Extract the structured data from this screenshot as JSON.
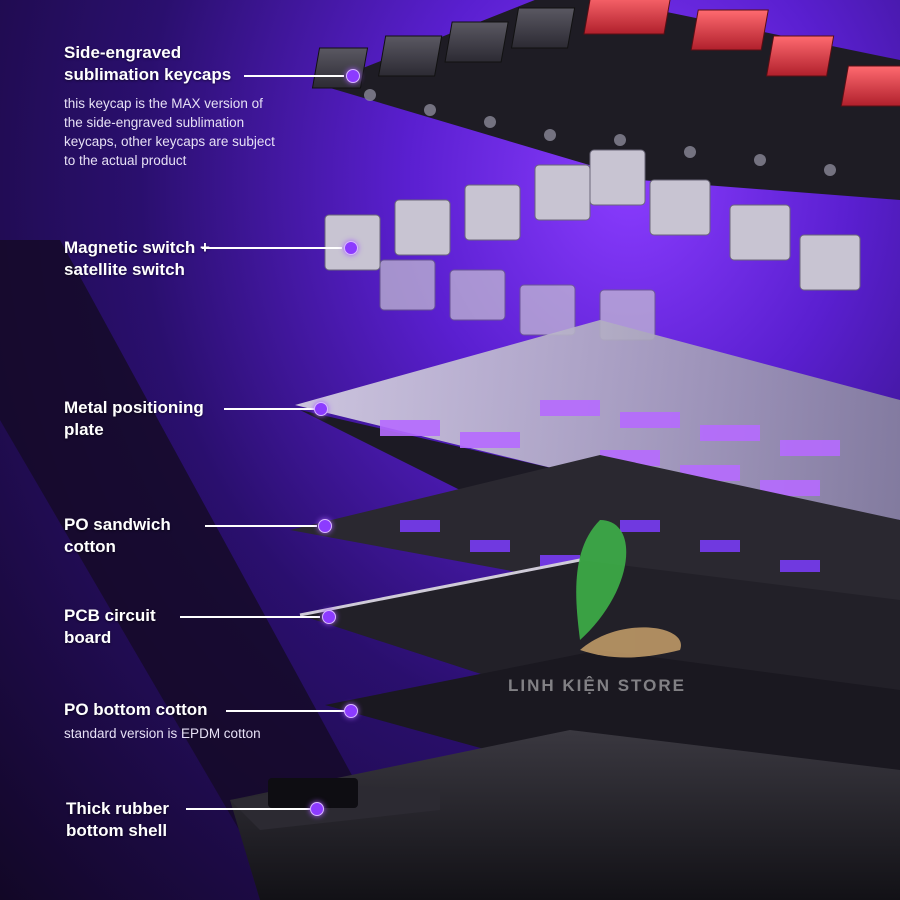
{
  "colors": {
    "accent": "#8c3bff",
    "keycap_red": "#d8323e",
    "background": "#3a14a0"
  },
  "icons": {
    "logo": "leaf-logo-icon"
  },
  "labels": [
    {
      "title": "Side-engraved\nsublimation keycaps",
      "subtitle": "this keycap is the MAX version of\nthe side-engraved sublimation\nkeycaps, other keycaps are subject\nto the actual product"
    },
    {
      "title": "Magnetic switch +\nsatellite switch"
    },
    {
      "title": "Metal positioning\nplate"
    },
    {
      "title": "PO sandwich\ncotton"
    },
    {
      "title": "PCB circuit\nboard"
    },
    {
      "title": "PO bottom cotton",
      "subtitle": "standard version is EPDM cotton"
    },
    {
      "title": "Thick rubber\nbottom shell"
    }
  ],
  "watermark": "LINH KIỆN STORE"
}
